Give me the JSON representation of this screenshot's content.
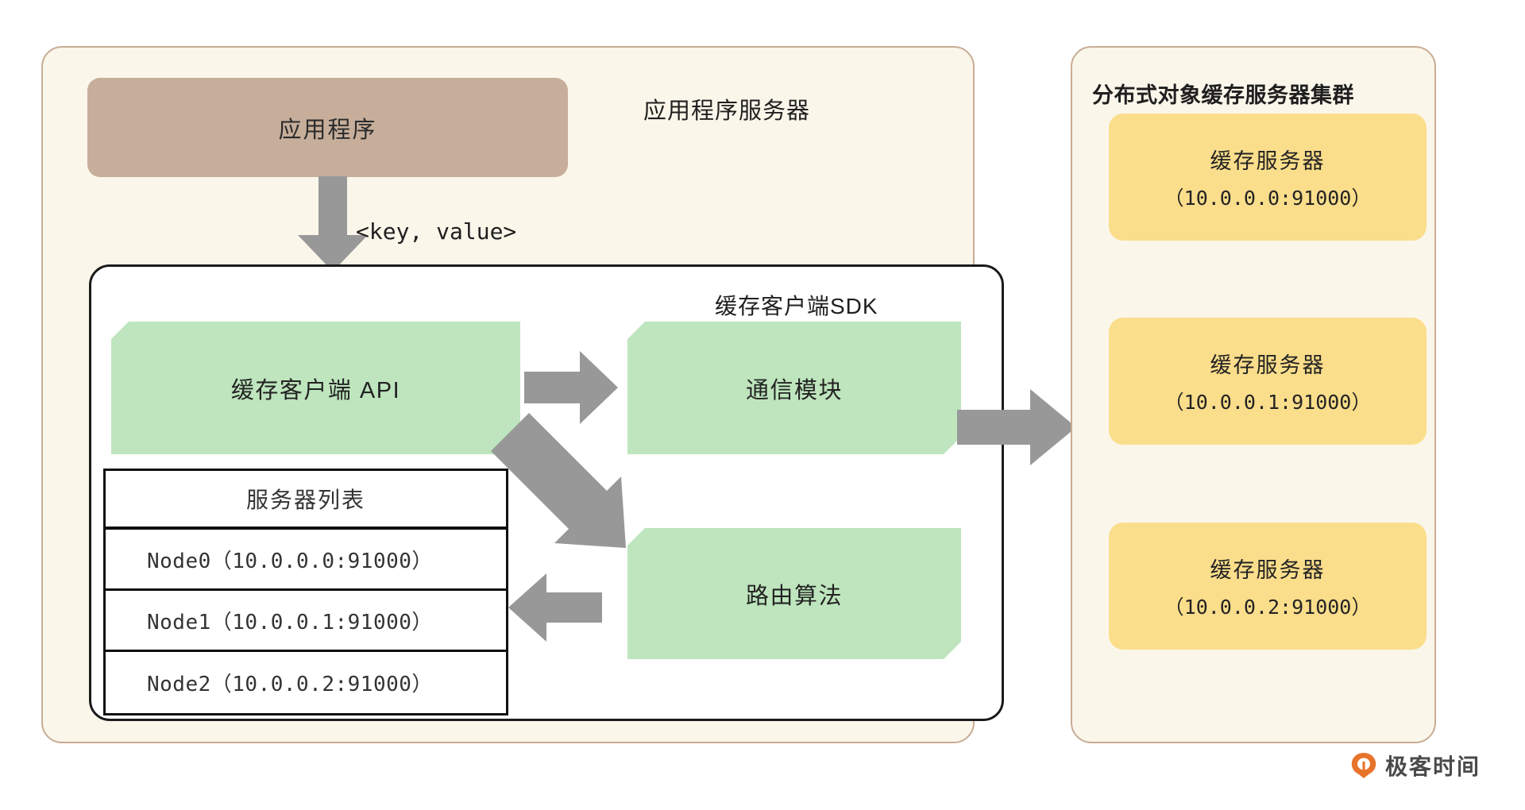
{
  "diagram": {
    "app_server_panel": {
      "title": "应用程序服务器",
      "app_program_label": "应用程序",
      "flow_label": "<key, value>",
      "sdk": {
        "title": "缓存客户端SDK",
        "cache_client_api_label": "缓存客户端 API",
        "comm_module_label": "通信模块",
        "routing_algo_label": "路由算法",
        "server_list": {
          "header": "服务器列表",
          "rows": [
            "Node0（10.0.0.0:91000）",
            "Node1（10.0.0.1:91000）",
            "Node2（10.0.0.2:91000）"
          ]
        }
      }
    },
    "cluster_panel": {
      "title": "分布式对象缓存服务器集群",
      "servers": [
        {
          "name": "缓存服务器",
          "address": "（10.0.0.0:91000）"
        },
        {
          "name": "缓存服务器",
          "address": "（10.0.0.1:91000）"
        },
        {
          "name": "缓存服务器",
          "address": "（10.0.0.2:91000）"
        }
      ]
    },
    "watermark": {
      "text": "极客时间"
    },
    "colors": {
      "panel_bg": "#FBF6EA",
      "panel_border": "#C8AC94",
      "app_box": "#C6AE9A",
      "green_box": "#BEE5BD",
      "yellow_box": "#FBDE8B",
      "arrow": "#989898",
      "logo_orange": "#E8742C"
    }
  }
}
